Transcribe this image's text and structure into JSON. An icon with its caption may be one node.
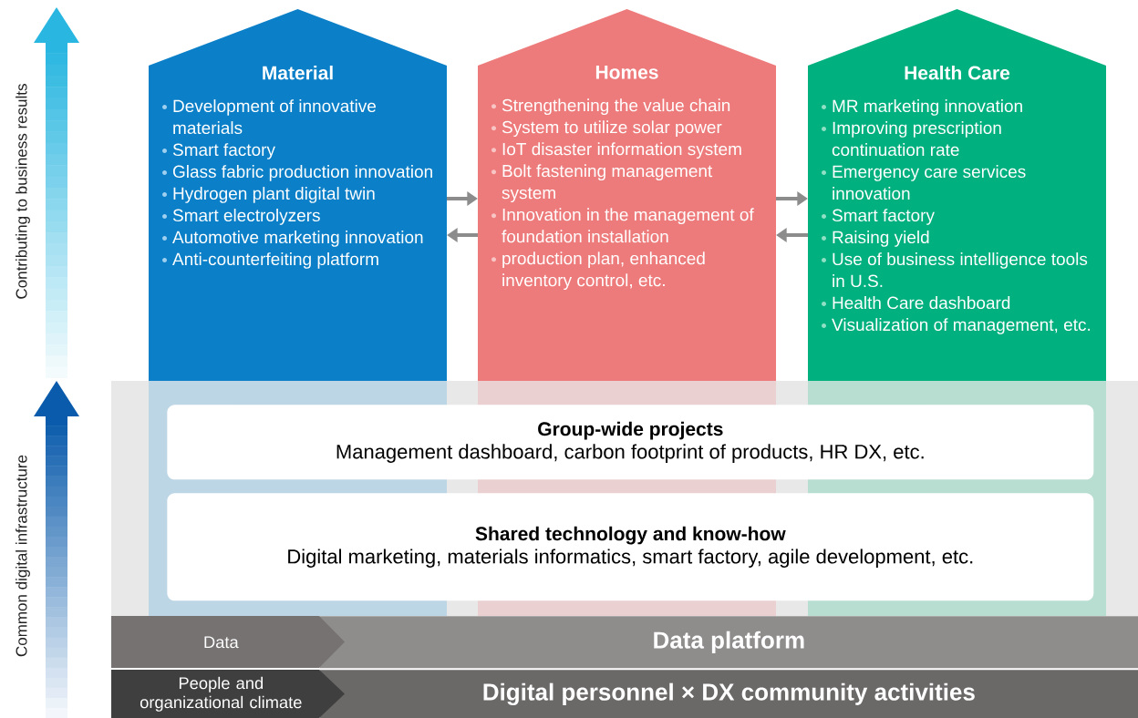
{
  "diagram": {
    "nodes": [
      {
        "text": [
          "Material",
          "Development of innovative materials",
          "Smart factory",
          "Glass fabric production innovation",
          "Hydrogen plant digital twin",
          "Smart electrolyzers",
          "Automotive marketing innovation",
          "Anti-counterfeiting platform"
        ]
      },
      {
        "text": [
          "Homes",
          "Strengthening the value chain",
          "System to utilize solar power",
          "IoT disaster information system",
          "Bolt fastening management system",
          "Innovation in the management of foundation installation",
          "production plan, enhanced inventory control, etc."
        ]
      },
      {
        "text": [
          "Health Care",
          "MR marketing innovation",
          "Improving prescription continuation rate",
          "Emergency care services innovation",
          "Smart factory",
          "Raising yield",
          "Use of business intelligence tools in U.S.",
          "Health Care dashboard",
          "Visualization of management, etc."
        ]
      },
      {
        "text": [
          "Group-wide projects",
          "Management dashboard, carbon footprint of products, HR DX, etc."
        ]
      },
      {
        "text": [
          "Shared technology and know-how",
          "Digital marketing, materials informatics, smart factory, agile development, etc."
        ]
      },
      {
        "text": [
          "Data"
        ]
      },
      {
        "text": [
          "Data platform"
        ]
      },
      {
        "text": [
          "People and organizational climate"
        ]
      },
      {
        "text": [
          "Digital personnel × DX community activities"
        ]
      }
    ],
    "edges": [
      {
        "from": 0,
        "to": 1,
        "arrow": "to"
      },
      {
        "from": 1,
        "to": 0,
        "arrow": "to"
      },
      {
        "from": 1,
        "to": 2,
        "arrow": "to"
      },
      {
        "from": 2,
        "to": 1,
        "arrow": "to"
      }
    ],
    "labels": [
      "Contributing to business results",
      "Common digital infrastructure"
    ]
  }
}
